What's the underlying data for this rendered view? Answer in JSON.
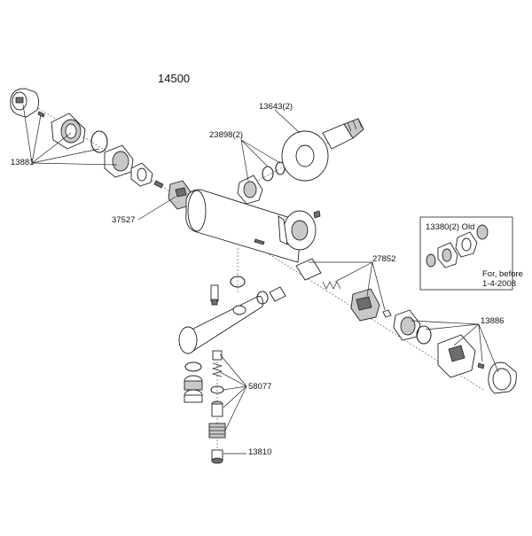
{
  "diagram": {
    "title": "14500",
    "callouts": [
      {
        "id": "13881",
        "label": "13881"
      },
      {
        "id": "37527",
        "label": "37527"
      },
      {
        "id": "23898",
        "label": "23898(2)"
      },
      {
        "id": "13643",
        "label": "13643(2)"
      },
      {
        "id": "27852",
        "label": "27852"
      },
      {
        "id": "13380",
        "label": "13380(2) Old"
      },
      {
        "id": "13886",
        "label": "13886"
      },
      {
        "id": "58077",
        "label": "58077"
      },
      {
        "id": "13810",
        "label": "13810"
      }
    ],
    "note": {
      "line1": "For, before",
      "line2": "1-4-2008"
    }
  }
}
